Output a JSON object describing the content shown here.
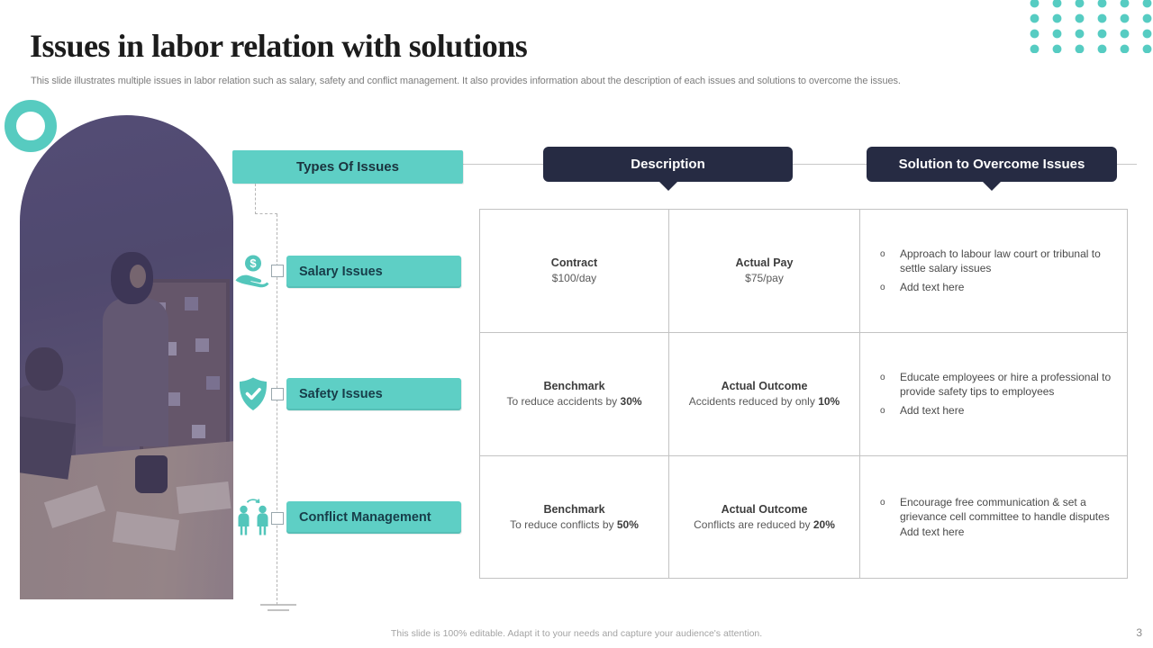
{
  "slide": {
    "title": "Issues in labor relation with solutions",
    "subtitle": "This slide illustrates multiple issues in labor relation such as salary, safety and conflict management. It also provides information about the description of each issues and solutions to overcome the issues.",
    "footer": "This slide is 100% editable.  Adapt it to your needs and capture your audience's attention.",
    "page_number": "3"
  },
  "colors": {
    "teal_accent": "#5ECFC5",
    "dark_navy": "#262B43",
    "dots_teal": "#56CCC2",
    "label_text": "#173D49"
  },
  "headers": {
    "types": "Types Of Issues",
    "description": "Description",
    "solution": "Solution to Overcome Issues"
  },
  "issues": [
    {
      "label": "Salary Issues",
      "icon": "coin-hand-icon",
      "icon_glyph": "$"
    },
    {
      "label": "Safety Issues",
      "icon": "shield-check-icon"
    },
    {
      "label": "Conflict Management",
      "icon": "conflict-people-icon"
    }
  ],
  "table": {
    "rows": [
      {
        "description": {
          "title": "Contract",
          "text_pre": "$100/day",
          "text_bold": ""
        },
        "outcome": {
          "title": "Actual Pay",
          "text_pre": "$75/pay",
          "text_bold": ""
        },
        "solutions": [
          {
            "marker": "o",
            "text": "Approach to labour law court or tribunal to settle salary issues"
          },
          {
            "marker": "o",
            "text": "Add text here"
          }
        ]
      },
      {
        "description": {
          "title": "Benchmark",
          "text_pre": "To reduce accidents by ",
          "text_bold": "30%"
        },
        "outcome": {
          "title": "Actual Outcome",
          "text_pre": "Accidents reduced by only ",
          "text_bold": "10%"
        },
        "solutions": [
          {
            "marker": "o",
            "text": "Educate employees or hire a professional to provide safety tips to employees"
          },
          {
            "marker": "o",
            "text": "Add text here"
          }
        ]
      },
      {
        "description": {
          "title": "Benchmark",
          "text_pre": "To reduce conflicts by ",
          "text_bold": "50%"
        },
        "outcome": {
          "title": "Actual Outcome",
          "text_pre": "Conflicts are reduced by ",
          "text_bold": "20%"
        },
        "solutions": [
          {
            "marker": "o",
            "text": "Encourage free communication & set a grievance cell committee to handle disputes"
          },
          {
            "marker": "",
            "text": "Add text here"
          }
        ]
      }
    ]
  }
}
